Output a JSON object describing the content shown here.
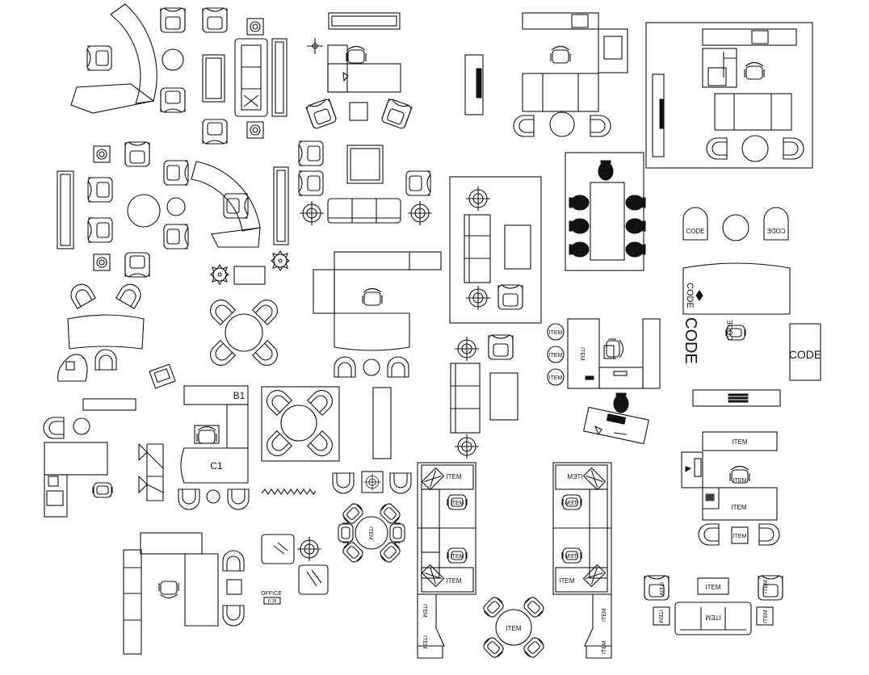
{
  "labels": {
    "b1": "B1",
    "c1": "C1",
    "item": "ITEM",
    "item_mirrored": "ITEM",
    "code": "CODE",
    "code_mirrored": "CODE",
    "office": "OFFICE",
    "office_code": "E-38"
  },
  "colors": {
    "line": "#111111",
    "background": "#ffffff",
    "solid_chair": "#111111"
  },
  "icons": {
    "armchair": "armchair-icon",
    "round_chair": "round-chair-icon",
    "office_chair": "office-chair-icon",
    "plant": "plant-icon",
    "lamp": "lamp-icon",
    "stool": "stool-icon"
  }
}
